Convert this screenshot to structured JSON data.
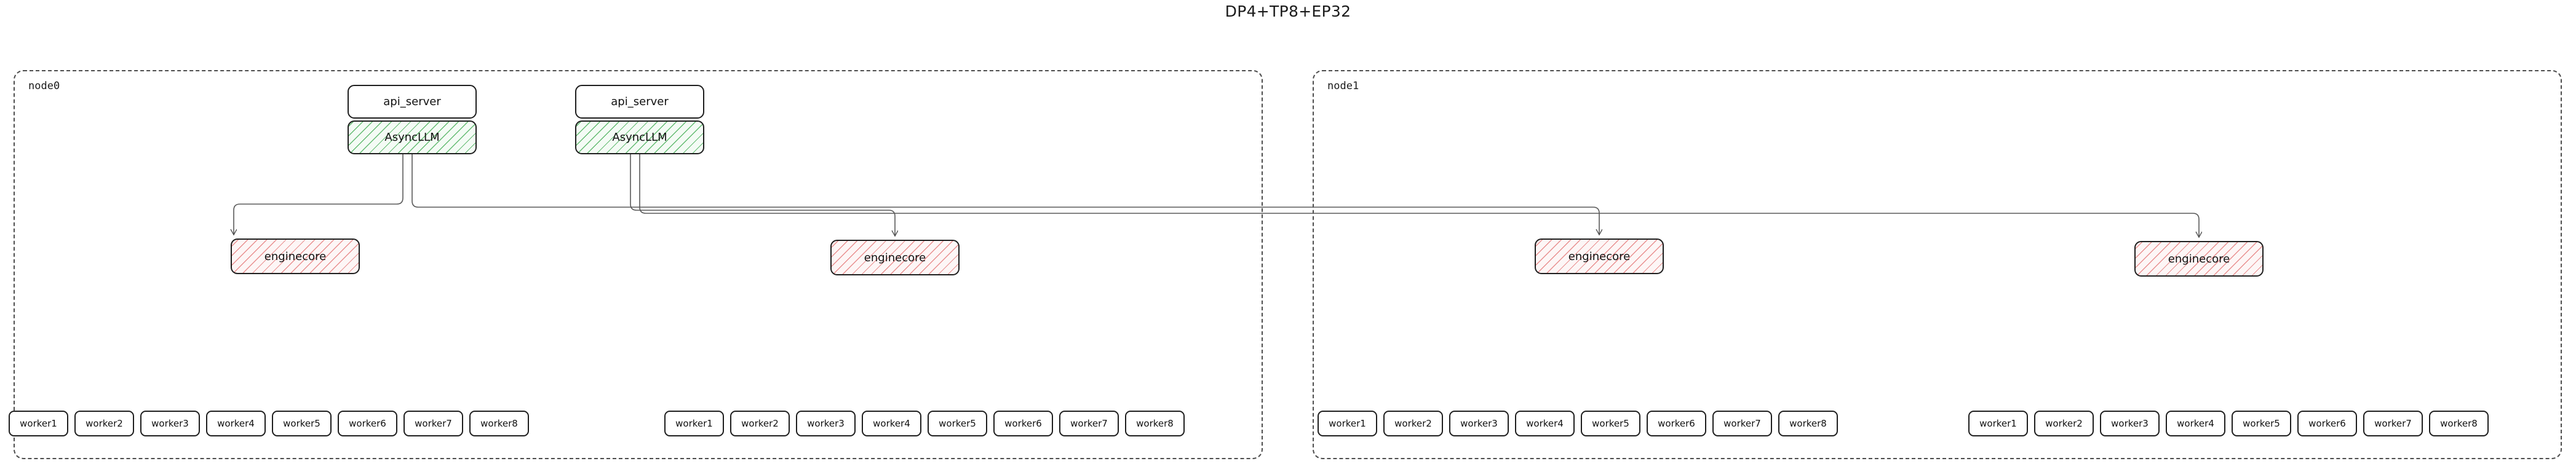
{
  "title": "DP4+TP8+EP32",
  "colors": {
    "async_hatch": "#5cb86b",
    "engine_hatch": "#e88a8a",
    "box_border": "#1f1f1f",
    "cluster_border": "#4d4d4d",
    "edge": "#555555",
    "text": "#111111"
  },
  "clusters": [
    {
      "id": "node0",
      "label": "node0"
    },
    {
      "id": "node1",
      "label": "node1"
    }
  ],
  "api_servers": [
    {
      "id": "api0",
      "label": "api_server"
    },
    {
      "id": "api1",
      "label": "api_server"
    }
  ],
  "async_llms": [
    {
      "id": "async0",
      "label": "AsyncLLM"
    },
    {
      "id": "async1",
      "label": "AsyncLLM"
    }
  ],
  "enginecores": [
    {
      "id": "ec0",
      "label": "enginecore",
      "cluster": "node0"
    },
    {
      "id": "ec1",
      "label": "enginecore",
      "cluster": "node0"
    },
    {
      "id": "ec2",
      "label": "enginecore",
      "cluster": "node1"
    },
    {
      "id": "ec3",
      "label": "enginecore",
      "cluster": "node1"
    }
  ],
  "worker_groups": [
    {
      "id": "wg0",
      "cluster": "node0",
      "workers": [
        "worker1",
        "worker2",
        "worker3",
        "worker4",
        "worker5",
        "worker6",
        "worker7",
        "worker8"
      ]
    },
    {
      "id": "wg1",
      "cluster": "node0",
      "workers": [
        "worker1",
        "worker2",
        "worker3",
        "worker4",
        "worker5",
        "worker6",
        "worker7",
        "worker8"
      ]
    },
    {
      "id": "wg2",
      "cluster": "node1",
      "workers": [
        "worker1",
        "worker2",
        "worker3",
        "worker4",
        "worker5",
        "worker6",
        "worker7",
        "worker8"
      ]
    },
    {
      "id": "wg3",
      "cluster": "node1",
      "workers": [
        "worker1",
        "worker2",
        "worker3",
        "worker4",
        "worker5",
        "worker6",
        "worker7",
        "worker8"
      ]
    }
  ],
  "edges": [
    {
      "from": "async0",
      "to": "ec0"
    },
    {
      "from": "async0",
      "to": "ec2"
    },
    {
      "from": "async1",
      "to": "ec1"
    },
    {
      "from": "async1",
      "to": "ec3"
    }
  ]
}
